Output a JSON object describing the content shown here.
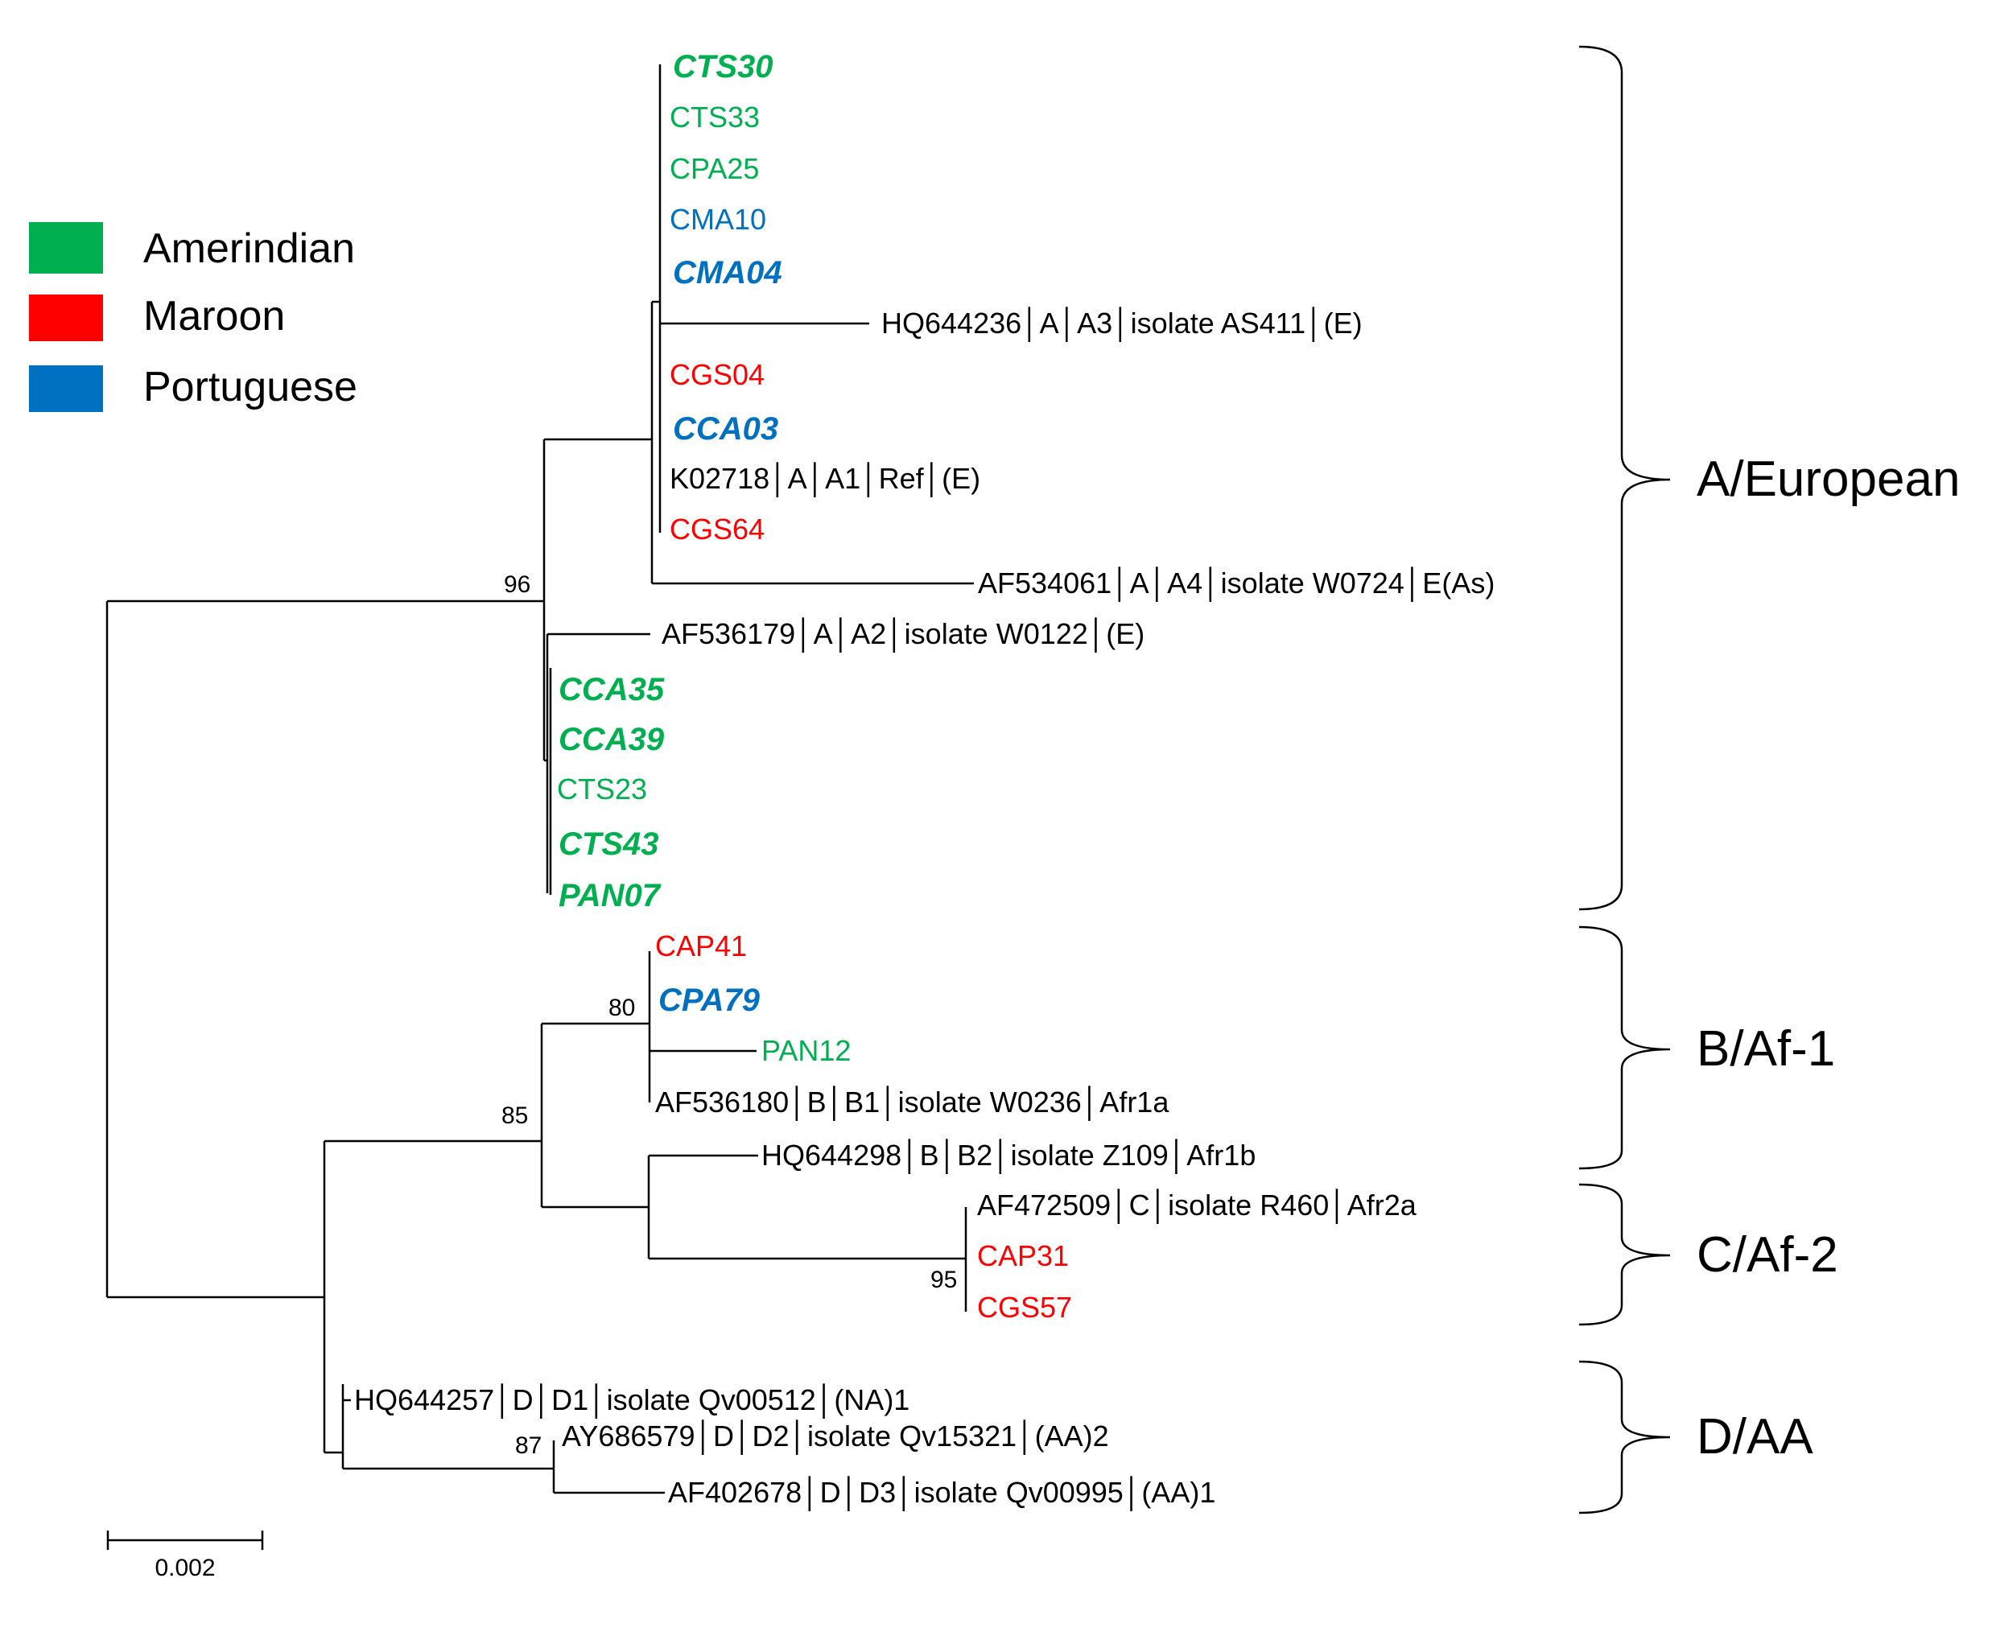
{
  "colors": {
    "amerindian": "#00b050",
    "maroon": "#ff0000",
    "portuguese": "#0070c0",
    "reference": "#000000"
  },
  "legend": [
    {
      "label": "Amerindian",
      "color_key": "amerindian"
    },
    {
      "label": "Maroon",
      "color_key": "maroon"
    },
    {
      "label": "Portuguese",
      "color_key": "portuguese"
    }
  ],
  "taxa": [
    {
      "id": "cts30",
      "label": "CTS30",
      "group": "amerindian",
      "bold": true
    },
    {
      "id": "cts33",
      "label": "CTS33",
      "group": "amerindian",
      "bold": false
    },
    {
      "id": "cpa25",
      "label": "CPA25",
      "group": "amerindian",
      "bold": false
    },
    {
      "id": "cma10",
      "label": "CMA10",
      "group": "portuguese",
      "bold": false
    },
    {
      "id": "cma04",
      "label": "CMA04",
      "group": "portuguese",
      "bold": true
    },
    {
      "id": "hq644236",
      "label": "HQ644236│A│A3│isolate AS411│(E)",
      "group": "reference",
      "bold": false
    },
    {
      "id": "cgs04",
      "label": "CGS04",
      "group": "maroon",
      "bold": false
    },
    {
      "id": "cca03",
      "label": "CCA03",
      "group": "portuguese",
      "bold": true
    },
    {
      "id": "k02718",
      "label": "K02718│A│A1│Ref│(E)",
      "group": "reference",
      "bold": false
    },
    {
      "id": "cgs64",
      "label": "CGS64",
      "group": "maroon",
      "bold": false
    },
    {
      "id": "af534061",
      "label": "AF534061│A│A4│isolate W0724│E(As)",
      "group": "reference",
      "bold": false
    },
    {
      "id": "af536179",
      "label": "AF536179│A│A2│isolate W0122│(E)",
      "group": "reference",
      "bold": false
    },
    {
      "id": "cca35",
      "label": "CCA35",
      "group": "amerindian",
      "bold": true
    },
    {
      "id": "cca39",
      "label": "CCA39",
      "group": "amerindian",
      "bold": true
    },
    {
      "id": "cts23",
      "label": "CTS23",
      "group": "amerindian",
      "bold": false
    },
    {
      "id": "cts43",
      "label": "CTS43",
      "group": "amerindian",
      "bold": true
    },
    {
      "id": "pan07",
      "label": "PAN07",
      "group": "amerindian",
      "bold": true
    },
    {
      "id": "cap41",
      "label": "CAP41",
      "group": "maroon",
      "bold": false
    },
    {
      "id": "cpa79",
      "label": "CPA79",
      "group": "portuguese",
      "bold": true
    },
    {
      "id": "pan12",
      "label": "PAN12",
      "group": "amerindian",
      "bold": false
    },
    {
      "id": "af536180",
      "label": "AF536180│B│B1│isolate W0236│Afr1a",
      "group": "reference",
      "bold": false
    },
    {
      "id": "hq644298",
      "label": "HQ644298│B│B2│isolate Z109│Afr1b",
      "group": "reference",
      "bold": false
    },
    {
      "id": "af472509",
      "label": "AF472509│C│isolate R460│Afr2a",
      "group": "reference",
      "bold": false
    },
    {
      "id": "cap31",
      "label": "CAP31",
      "group": "maroon",
      "bold": false
    },
    {
      "id": "cgs57",
      "label": "CGS57",
      "group": "maroon",
      "bold": false
    },
    {
      "id": "hq644257",
      "label": "HQ644257│D│D1│isolate Qv00512│(NA)1",
      "group": "reference",
      "bold": false
    },
    {
      "id": "ay686579",
      "label": "AY686579│D│D2│isolate Qv15321│(AA)2",
      "group": "reference",
      "bold": false
    },
    {
      "id": "af402678",
      "label": "AF402678│D│D3│isolate Qv00995│(AA)1",
      "group": "reference",
      "bold": false
    }
  ],
  "bootstrap": [
    "96",
    "80",
    "85",
    "95",
    "87"
  ],
  "clades": [
    "A/European",
    "B/Af-1",
    "C/Af-2",
    "D/AA"
  ],
  "scale_bar": {
    "label": "0.002"
  }
}
